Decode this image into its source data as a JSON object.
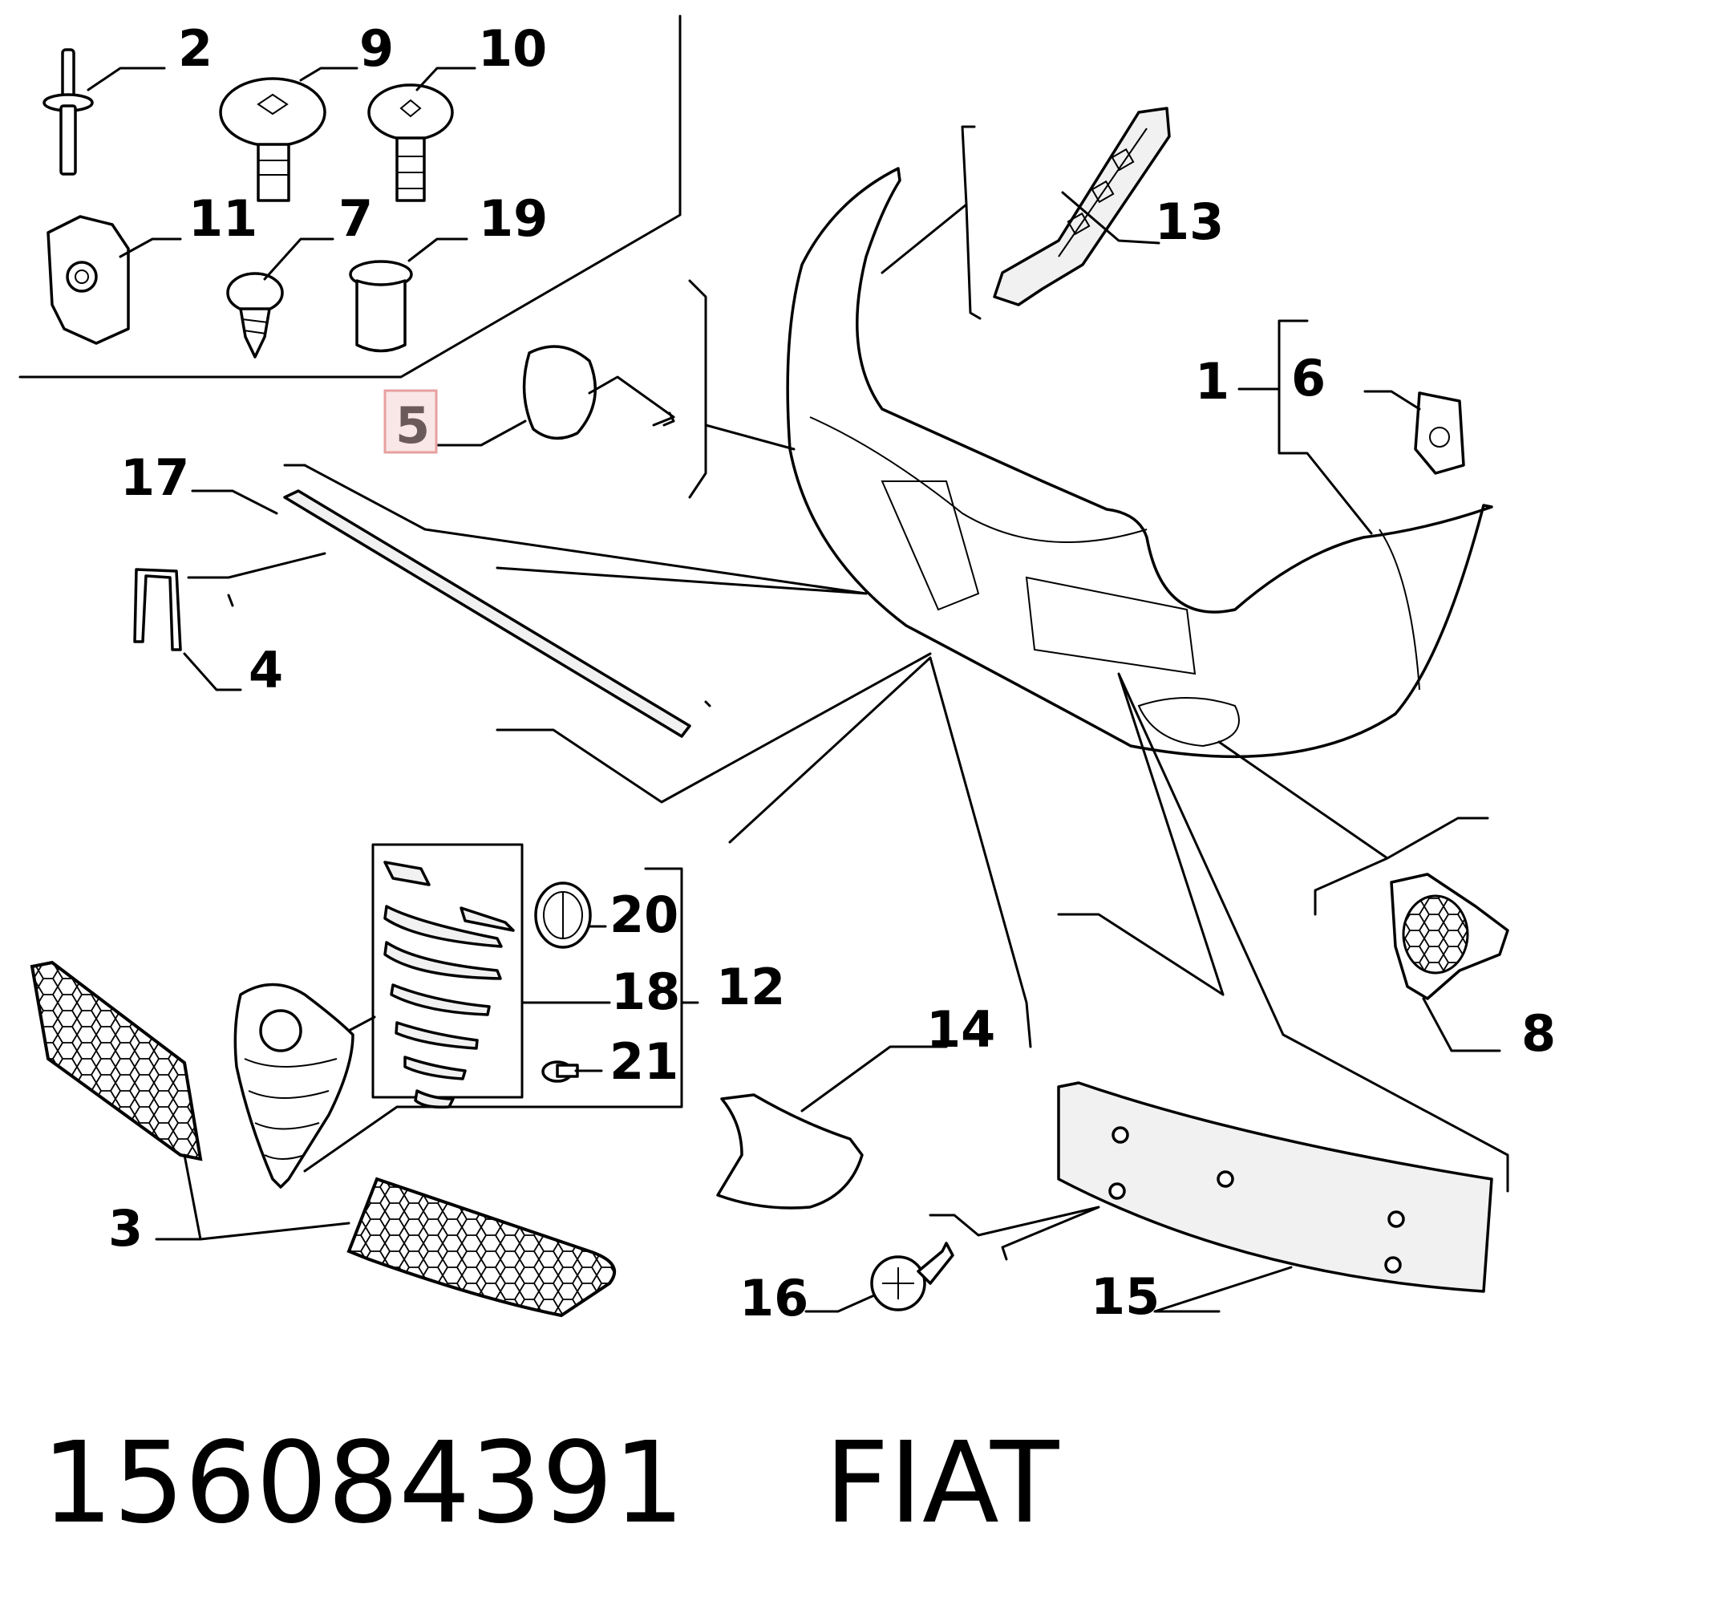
{
  "callouts": {
    "c1": "1",
    "c2": "2",
    "c3": "3",
    "c4": "4",
    "c5": "5",
    "c6": "6",
    "c7": "7",
    "c8": "8",
    "c9": "9",
    "c10": "10",
    "c11": "11",
    "c12": "12",
    "c13": "13",
    "c14": "14",
    "c15": "15",
    "c16": "16",
    "c17": "17",
    "c18": "18",
    "c19": "19",
    "c20": "20",
    "c21": "21"
  },
  "highlighted_callout": "5",
  "highlight_color": "#e8a0a0",
  "caption": {
    "part_number": "156084391",
    "brand": "FIAT"
  }
}
